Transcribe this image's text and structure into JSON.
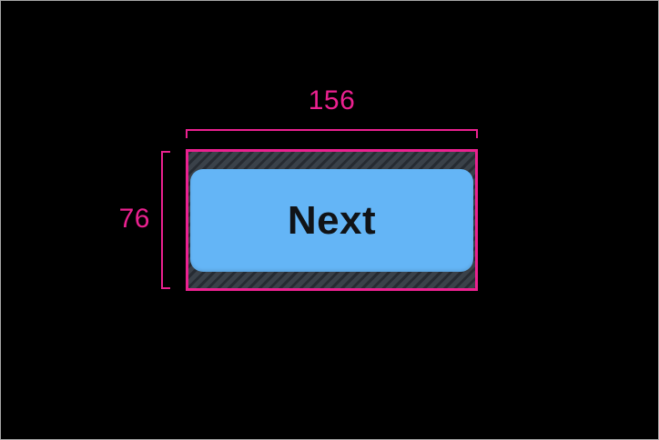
{
  "screen": {
    "background": "#000000"
  },
  "measurements": {
    "width": {
      "label": "156"
    },
    "height": {
      "label": "76"
    }
  },
  "widget": {
    "button_label": "Next"
  },
  "colors": {
    "measure-pink": "#eb2190",
    "button-blue": "#64b5f6",
    "padding-fill": "#3a4149",
    "padding-stripe": "#262b32",
    "button-text": "#101317",
    "frame-border": "#a7a7a7",
    "canvas-black": "#000000"
  }
}
